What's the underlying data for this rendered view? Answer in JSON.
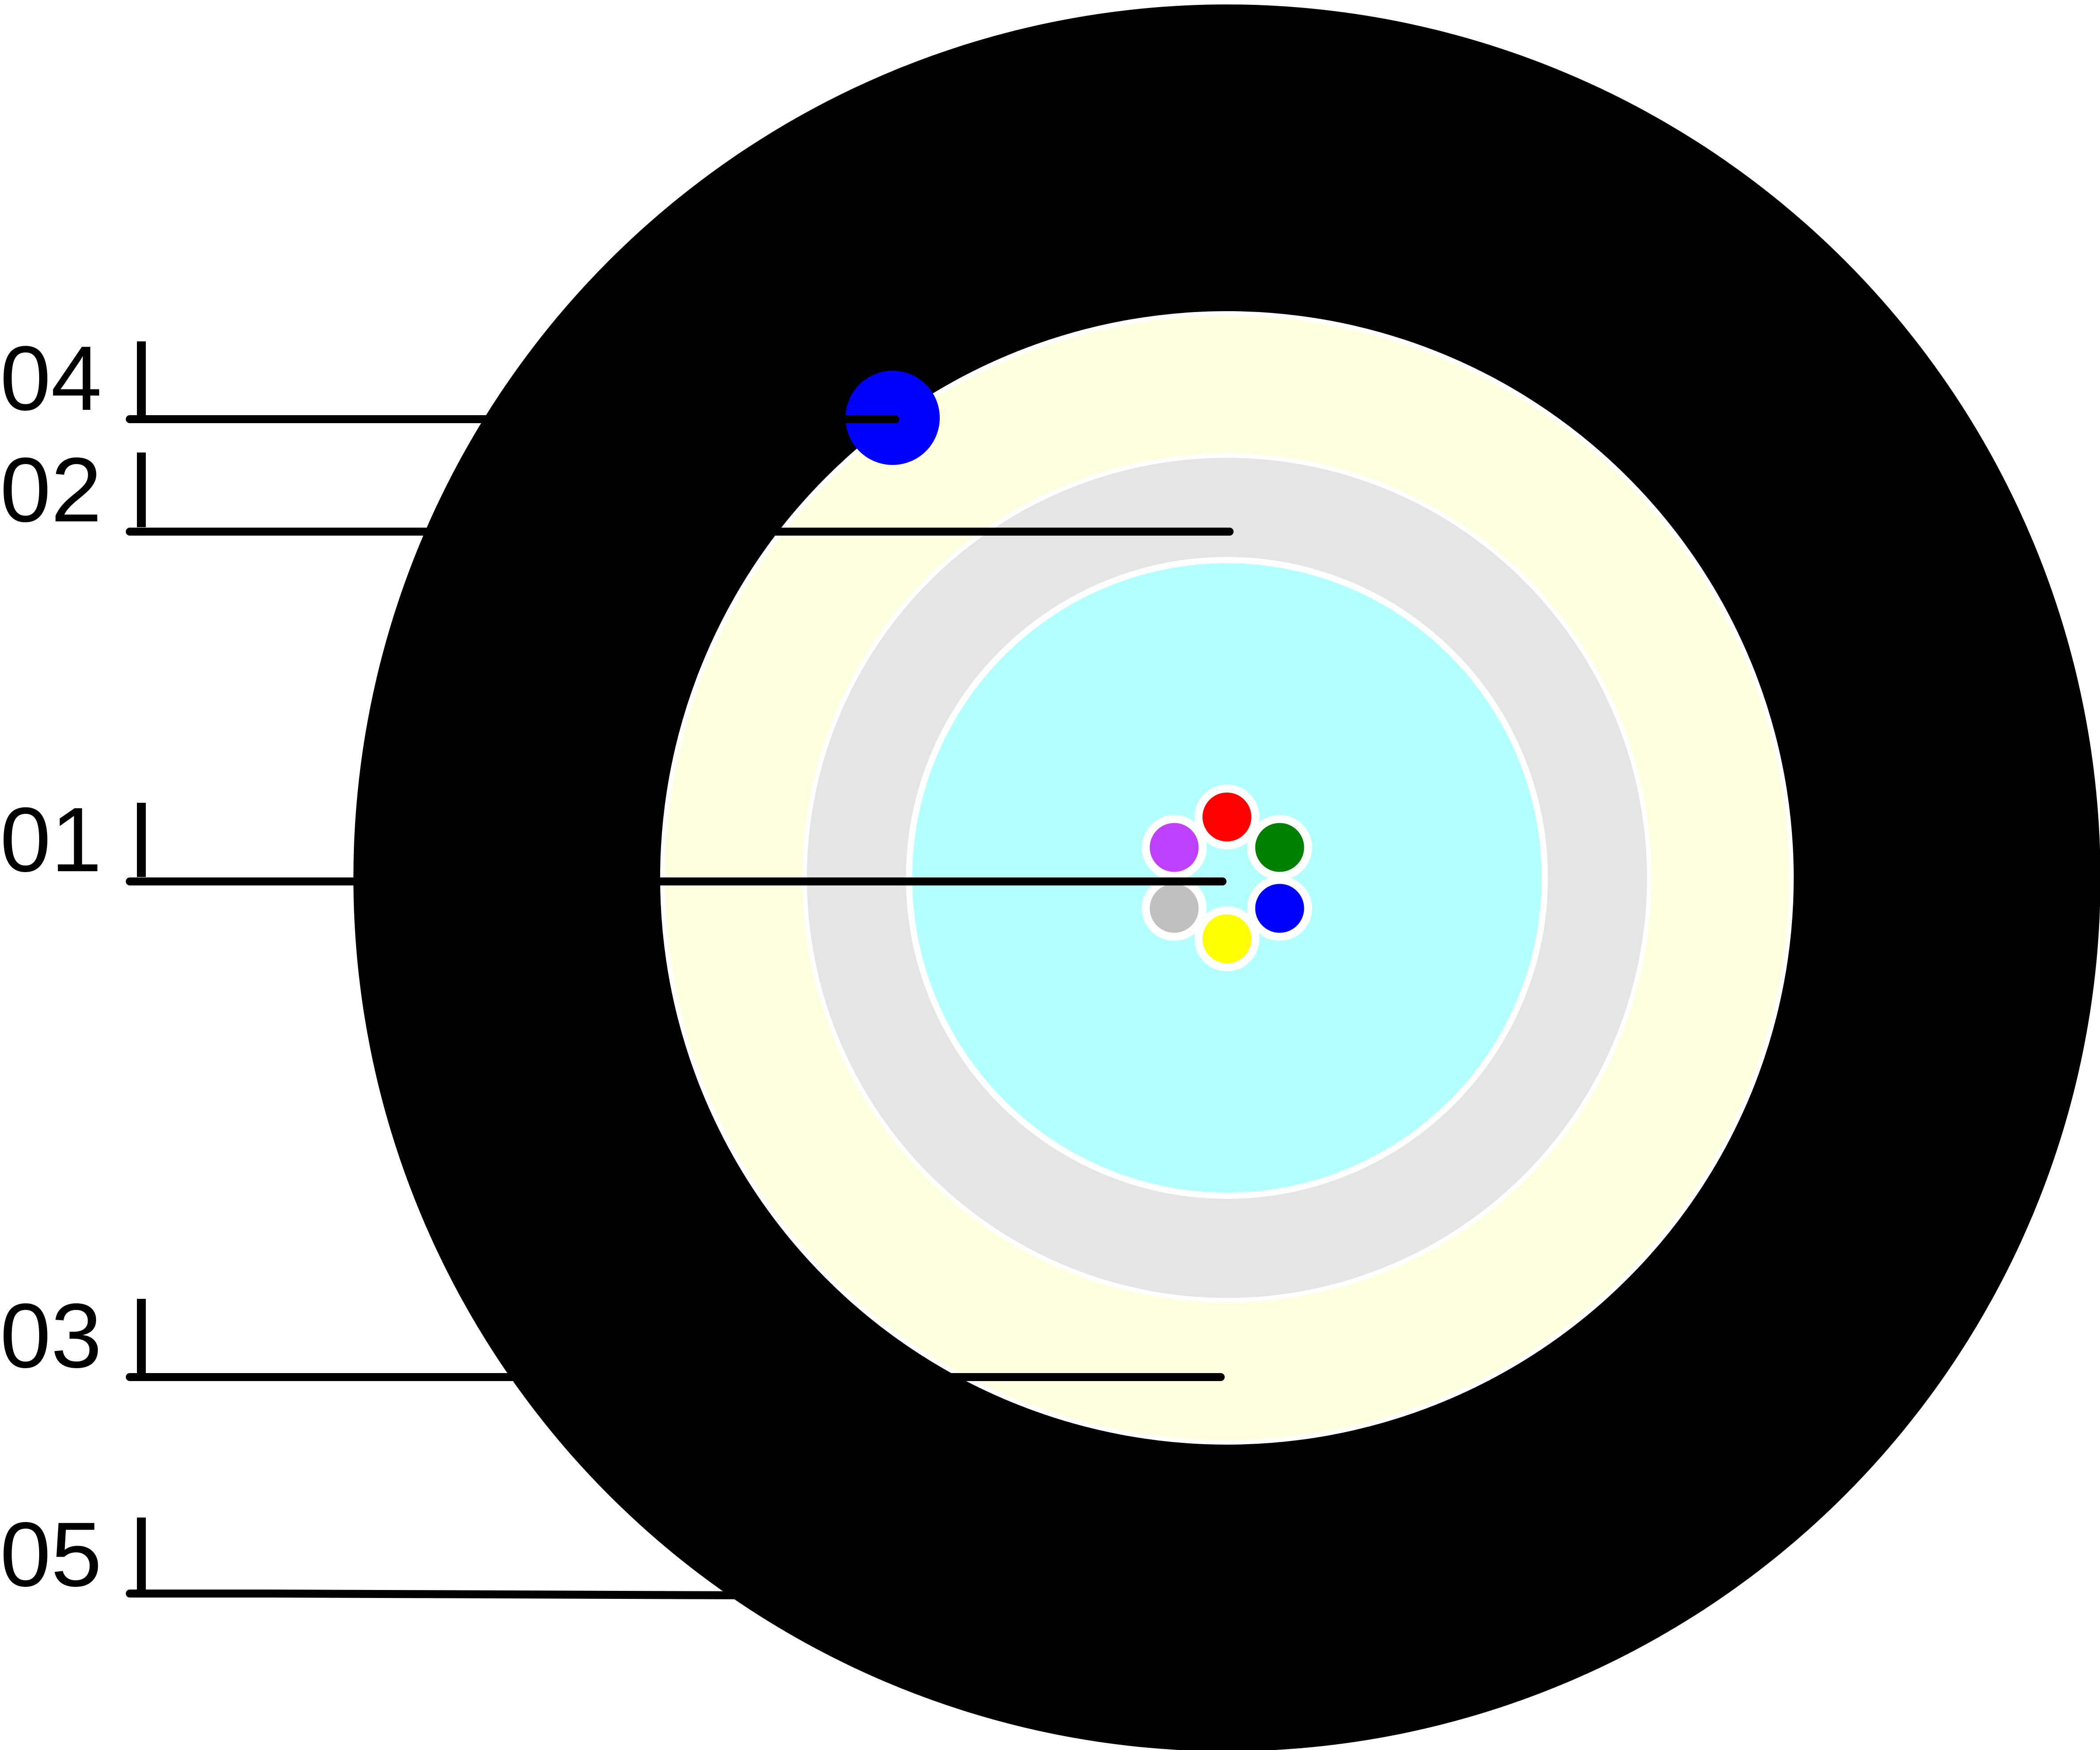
{
  "colors": {
    "outer_jacket": "#000000",
    "armor_layer": "#ffffe0",
    "inner_sheath": "#e5e5e5",
    "loose_tube": "#b4ffff",
    "ripcord": "#0000ff",
    "separator": "#ffffff",
    "leader_line": "#000000"
  },
  "fibers": [
    {
      "color_name": "red",
      "color": "#ff0000"
    },
    {
      "color_name": "green",
      "color": "#008000"
    },
    {
      "color_name": "blue",
      "color": "#0000ff"
    },
    {
      "color_name": "yellow",
      "color": "#ffff00"
    },
    {
      "color_name": "gray",
      "color": "#c0c0c0"
    },
    {
      "color_name": "violet",
      "color": "#c040ff"
    }
  ],
  "callouts": [
    {
      "id": "04",
      "label": "04",
      "target": "ripcord"
    },
    {
      "id": "02",
      "label": "02",
      "target": "inner-sheath"
    },
    {
      "id": "01",
      "label": "01",
      "target": "fibers"
    },
    {
      "id": "03",
      "label": "03",
      "target": "armor-layer"
    },
    {
      "id": "05",
      "label": "05",
      "target": "outer-jacket"
    }
  ]
}
